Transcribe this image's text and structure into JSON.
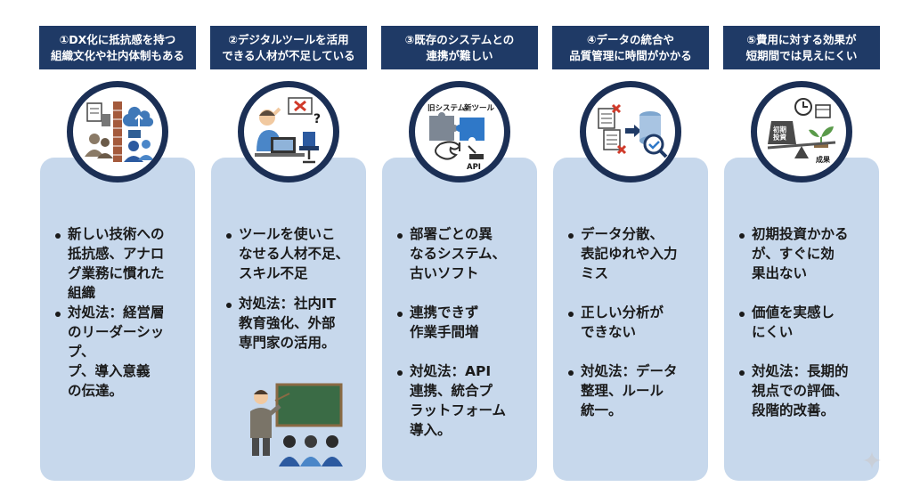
{
  "columns": [
    {
      "title": "①DX化に抵抗感を持つ\n組織文化や社内体制もある",
      "icon": "team-resistance-icon",
      "bullets": [
        "新しい技術への\n抵抗感、アナロ\nグ業務に慣れた\n組織",
        "対処法：経営層\nのリーダーシッ\nプ、\nプ、導入意義\nの伝達。"
      ]
    },
    {
      "title": "②デジタルツールを活用\nできる人材が不足している",
      "icon": "confused-worker-icon",
      "bullets": [
        "ツールを使いこ\nなせる人材不足、\nスキル不足",
        "対処法：社内IT\n教育強化、外部\n専門家の活用。"
      ]
    },
    {
      "title": "③既存のシステムとの\n連携が難しい",
      "icon": "system-integration-icon",
      "icon_labels": {
        "old_system": "旧システム",
        "new_tool": "新ツール",
        "api": "API"
      },
      "bullets": [
        "部署ごとの異\nなるシステム、\n古いソフト",
        "連携できず\n作業手間増",
        "対処法：API\n連携、統合プ\nラットフォーム\n導入。"
      ]
    },
    {
      "title": "④データの統合や\n品質管理に時間がかかる",
      "icon": "data-quality-icon",
      "bullets": [
        "データ分散、\n表記ゆれや入力\nミス",
        "正しい分析が\nできない",
        "対処法：データ\n整理、ルール\n統一。"
      ]
    },
    {
      "title": "⑤費用に対する効果が\n短期間では見えにくい",
      "icon": "cost-balance-icon",
      "icon_labels": {
        "investment": "初期\n投資",
        "result": "成果"
      },
      "bullets": [
        "初期投資かかる\nが、すぐに効\n果出ない",
        "価値を実感し\nにくい",
        "対処法：長期的\n視点での評価、\n段階的改善。"
      ]
    }
  ],
  "colors": {
    "header": "#1f3a66",
    "card": "#c7d8ec",
    "ring": "#1b2f55"
  }
}
